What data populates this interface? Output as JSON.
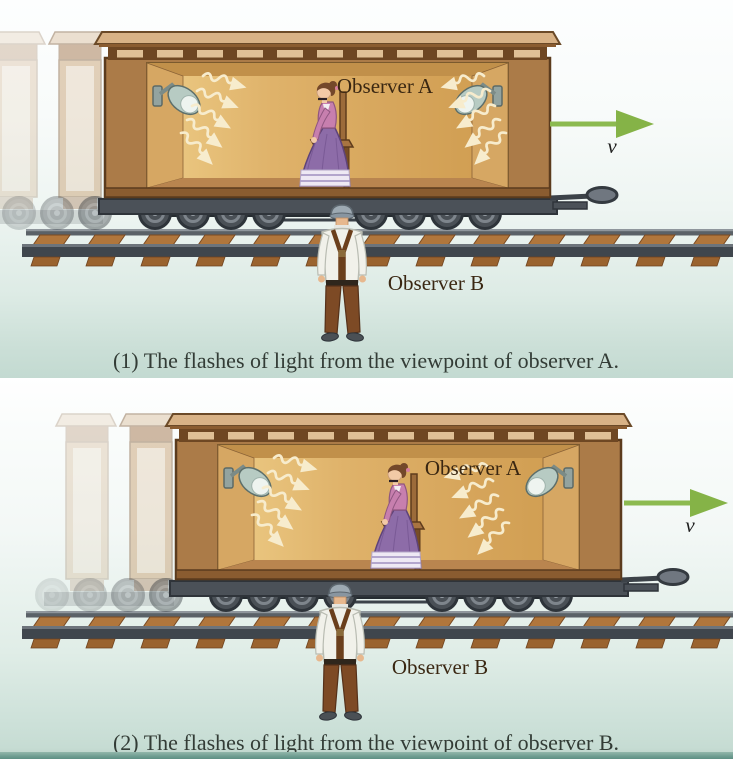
{
  "figure": {
    "panels": [
      {
        "caption": "(1) The flashes of light from the viewpoint of observer A.",
        "observer_a": "Observer A",
        "observer_b": "Observer B",
        "velocity": "v"
      },
      {
        "caption": "(2) The flashes of light from the viewpoint of observer B.",
        "observer_a": "Observer A",
        "observer_b": "Observer B",
        "velocity": "v"
      }
    ],
    "colors": {
      "velocity_arrow_green": "#8cba50",
      "car_frame_brown": "#ab7b48",
      "car_interior_gold": "#d9a95e",
      "light_flash_cream": "#f7eccd",
      "rail_dark_gray": "#3f464d",
      "tie_brown": "#b0763c",
      "caption_text": "#333c36",
      "label_text": "#3a2712",
      "bottom_strip_teal": "#6f9e92"
    },
    "icons": {
      "wall_lamp": "cone wall-mounted spotlight",
      "light_flash": "wavy arrow (light pulse)",
      "velocity_arrow": "right-pointing green arrow",
      "train_car": "open-side railroad car with motion ghosting",
      "track": "rail with diagonal wooden ties"
    }
  }
}
